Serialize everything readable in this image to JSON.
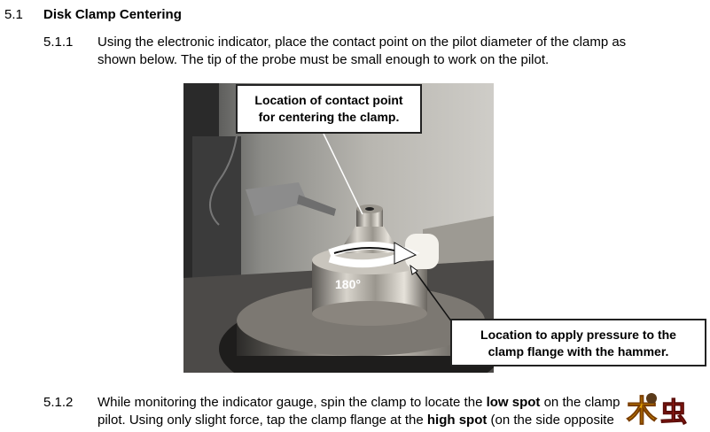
{
  "section": {
    "number": "5.1",
    "title": "Disk Clamp Centering"
  },
  "steps": [
    {
      "number": "5.1.1",
      "line1": "Using the electronic indicator, place the contact point on the pilot diameter of the clamp as",
      "line2": "shown below.  The tip of the probe must be small enough to work on the pilot."
    },
    {
      "number": "5.1.2",
      "line1_a": "While monitoring the indicator gauge, spin the clamp to locate the ",
      "line1_b": "low spot",
      "line1_c": " on the clamp",
      "line2_a": "pilot.  Using only slight force, tap the clamp flange at the ",
      "line2_b": "high spot",
      "line2_c": " (on the side opposite"
    }
  ],
  "figure": {
    "callout_top_line1": "Location of contact point",
    "callout_top_line2": "for centering the clamp.",
    "callout_bottom_line1": "Location to apply pressure to the",
    "callout_bottom_line2": "clamp flange with the hammer.",
    "rotation_label": "180°"
  },
  "watermark": {
    "text": "木虫"
  }
}
